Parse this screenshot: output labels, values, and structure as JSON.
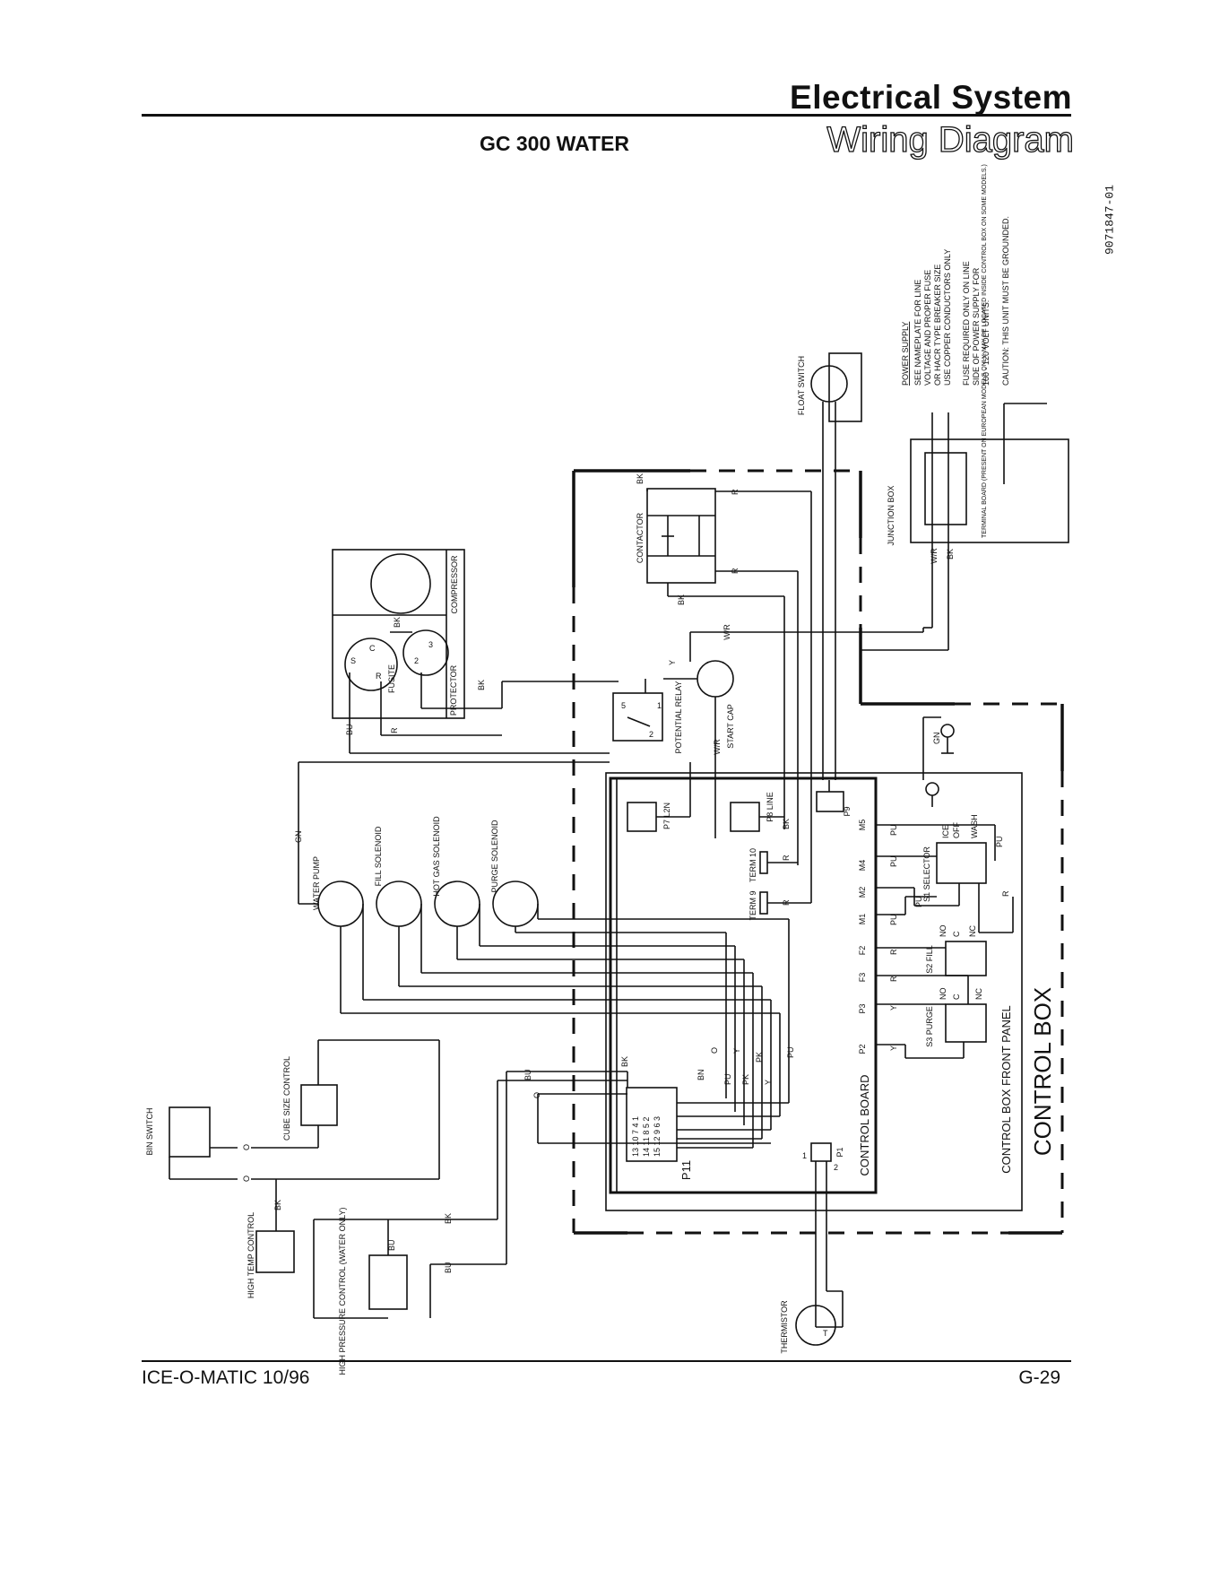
{
  "header": {
    "title": "Electrical System",
    "subtitle": "Wiring Diagram",
    "model": "GC 300 WATER",
    "doc_number": "9071847-01"
  },
  "footer": {
    "left": "ICE-O-MATIC 10/96",
    "right": "G-29"
  },
  "components": {
    "compressor": "COMPRESSOR",
    "fusite": "FUSITE",
    "protector": "PROTECTOR",
    "potential_relay": "POTENTIAL RELAY",
    "start_cap": "START CAP",
    "contactor": "CONTACTOR",
    "float_switch": "FLOAT SWITCH",
    "junction_box": "JUNCTION BOX",
    "water_pump": "WATER PUMP",
    "fill_solenoid": "FILL SOLENOID",
    "hot_gas_solenoid": "HOT GAS SOLENOID",
    "purge_solenoid": "PURGE SOLENOID",
    "bin_switch": "BIN SWITCH",
    "cube_size_control": "CUBE SIZE CONTROL",
    "high_temp_control": "HIGH TEMP CONTROL",
    "high_pressure_control": "HIGH PRESSURE CONTROL (WATER ONLY)",
    "thermistor": "THERMISTOR",
    "control_board": "CONTROL BOARD",
    "control_box": "CONTROL BOX",
    "control_box_front_panel": "CONTROL BOX FRONT PANEL",
    "selector": "S1 SELECTOR",
    "fill_switch": "S2 FILL",
    "purge_switch": "S3 PURGE"
  },
  "connectors": {
    "p7": "P7 L2N",
    "p8": "P8 LINE",
    "p9": "P9",
    "p11": "P11",
    "p1": "P1",
    "term9": "TERM 9",
    "term10": "TERM 10",
    "m5": "M5",
    "m4": "M4",
    "m2": "M2",
    "m1": "M1",
    "f2": "F2",
    "f3": "F3",
    "p3": "P3",
    "p2": "P2"
  },
  "switch_positions": {
    "ice": "ICE",
    "off": "OFF",
    "wash": "WASH",
    "no": "NO",
    "nc": "NC",
    "c": "C"
  },
  "terminal_board_note": "TERMINAL BOARD (PRESENT ON EUROPEAN MODELS ONLY. MAY BE LOCATED INSIDE CONTROL BOX ON SOME MODELS.)",
  "power_supply": {
    "heading": "POWER SUPPLY",
    "lines": [
      "SEE NAMEPLATE FOR LINE",
      "VOLTAGE AND PROPER FUSE",
      "OR HACR TYPE BREAKER SIZE",
      "USE COPPER CONDUCTORS ONLY"
    ],
    "fuse_lines": [
      "FUSE REQUIRED ONLY ON LINE",
      "SIDE OF POWER SUPPLY FOR",
      "100 - 120 VOLT UNITS."
    ],
    "caution": "CAUTION:   THIS UNIT MUST BE GROUNDED."
  },
  "wire_colors": {
    "bk": "BK",
    "r": "R",
    "wr": "W/R",
    "bu": "BU",
    "gn": "GN",
    "y": "Y",
    "pu": "PU",
    "pk": "PK",
    "o": "O",
    "bn": "BN"
  },
  "pins": {
    "compressor_s": "S",
    "compressor_c": "C",
    "compressor_r": "R",
    "protector_2": "2",
    "protector_3": "3",
    "relay_5": "5",
    "relay_2": "2",
    "relay_1": "1",
    "p11_grid": [
      "13 10 7 4 1",
      "14 11 8 5 2",
      "15 12 9 6 3"
    ],
    "p1_1": "1",
    "p1_2": "2",
    "therm_t": "T"
  }
}
